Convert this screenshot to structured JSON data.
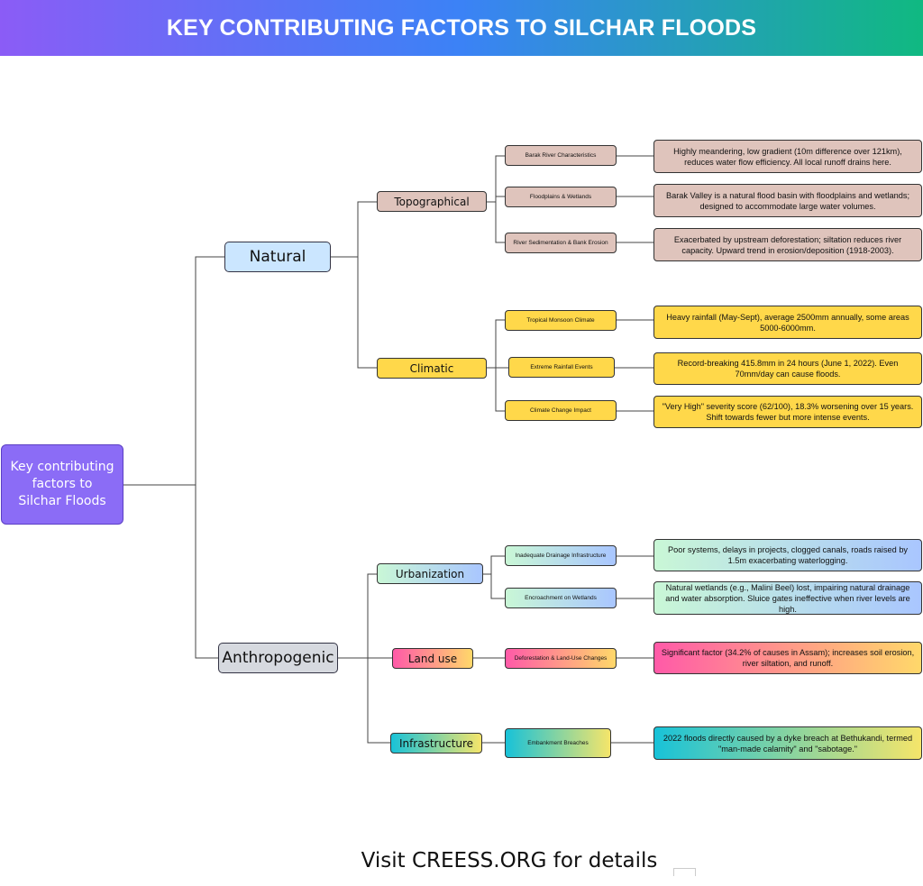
{
  "banner": {
    "title": "KEY CONTRIBUTING FACTORS TO SILCHAR FLOODS"
  },
  "root": {
    "label": "Key contributing factors to Silchar Floods"
  },
  "branches": {
    "natural": {
      "label": "Natural",
      "topographical": {
        "label": "Topographical",
        "items": [
          {
            "label": "Barak River Characteristics",
            "detail": "Highly meandering, low gradient (10m difference over 121km), reduces water flow efficiency. All local runoff drains here."
          },
          {
            "label": "Floodplains & Wetlands",
            "detail": "Barak Valley is a natural flood basin with floodplains and wetlands; designed to accommodate large water volumes."
          },
          {
            "label": "River Sedimentation & Bank Erosion",
            "detail": "Exacerbated by upstream deforestation; siltation reduces river capacity. Upward trend in erosion/deposition (1918-2003)."
          }
        ]
      },
      "climatic": {
        "label": "Climatic",
        "items": [
          {
            "label": "Tropical Monsoon Climate",
            "detail": "Heavy rainfall (May-Sept), average 2500mm annually, some areas 5000-6000mm."
          },
          {
            "label": "Extreme Rainfall Events",
            "detail": "Record-breaking 415.8mm in 24 hours (June 1, 2022). Even 70mm/day can cause floods."
          },
          {
            "label": "Climate Change Impact",
            "detail": "\"Very High\" severity score (62/100), 18.3% worsening over 15 years. Shift towards fewer but more intense events."
          }
        ]
      }
    },
    "anthropogenic": {
      "label": "Anthropogenic",
      "urbanization": {
        "label": "Urbanization",
        "items": [
          {
            "label": "Inadequate Drainage Infrastructure",
            "detail": "Poor systems, delays in projects, clogged canals, roads raised by 1.5m exacerbating waterlogging."
          },
          {
            "label": "Encroachment on Wetlands",
            "detail": "Natural wetlands (e.g., Malini Beel) lost, impairing natural drainage and water absorption. Sluice gates ineffective when river levels are high."
          }
        ]
      },
      "land_use": {
        "label": "Land use",
        "items": [
          {
            "label": "Deforestation & Land-Use Changes",
            "detail": "Significant factor (34.2% of causes in Assam); increases soil erosion, river siltation, and runoff."
          }
        ]
      },
      "infrastructure": {
        "label": "Infrastructure",
        "items": [
          {
            "label": "Embankment Breaches",
            "detail": "2022 floods directly caused by a dyke breach at Bethukandi, termed \"man-made calamity\" and \"sabotage.\""
          }
        ]
      }
    }
  },
  "footer": {
    "text": "Visit CREESS.ORG for details"
  }
}
